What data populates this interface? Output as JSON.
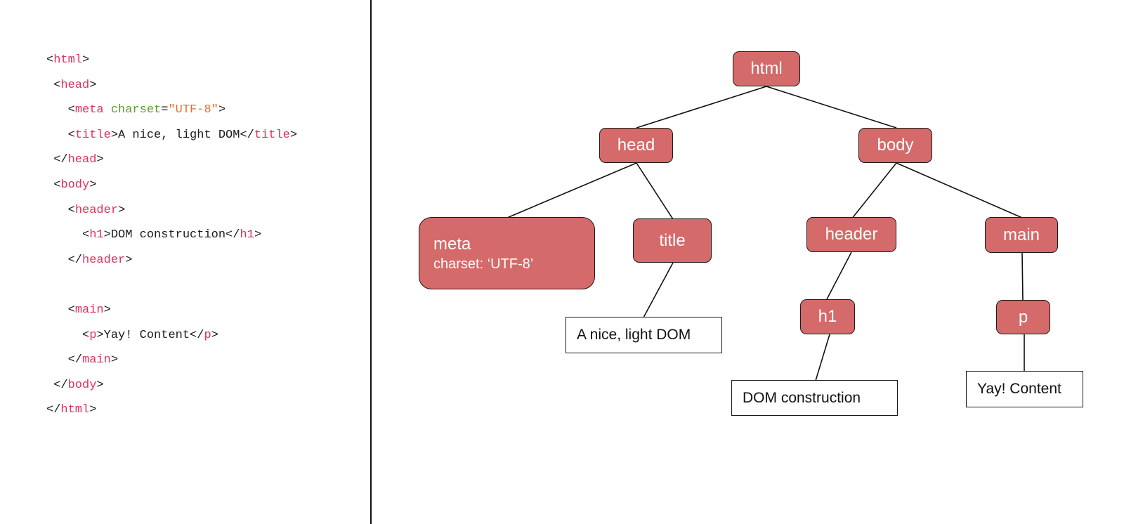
{
  "code": {
    "lines": [
      {
        "parts": [
          [
            "p",
            "<"
          ],
          [
            "t",
            "html"
          ],
          [
            "p",
            ">"
          ]
        ]
      },
      {
        "parts": [
          [
            "p",
            " <"
          ],
          [
            "t",
            "head"
          ],
          [
            "p",
            ">"
          ]
        ]
      },
      {
        "parts": [
          [
            "p",
            "   <"
          ],
          [
            "t",
            "meta"
          ],
          [
            "p",
            " "
          ],
          [
            "a",
            "charset"
          ],
          [
            "p",
            "="
          ],
          [
            "s",
            "\"UTF-8\""
          ],
          [
            "p",
            ">"
          ]
        ]
      },
      {
        "parts": [
          [
            "p",
            "   <"
          ],
          [
            "t",
            "title"
          ],
          [
            "p",
            ">A nice, light DOM</"
          ],
          [
            "t",
            "title"
          ],
          [
            "p",
            ">"
          ]
        ]
      },
      {
        "parts": [
          [
            "p",
            " </"
          ],
          [
            "t",
            "head"
          ],
          [
            "p",
            ">"
          ]
        ]
      },
      {
        "parts": [
          [
            "p",
            " <"
          ],
          [
            "t",
            "body"
          ],
          [
            "p",
            ">"
          ]
        ]
      },
      {
        "parts": [
          [
            "p",
            "   <"
          ],
          [
            "t",
            "header"
          ],
          [
            "p",
            ">"
          ]
        ]
      },
      {
        "parts": [
          [
            "p",
            "     <"
          ],
          [
            "t",
            "h1"
          ],
          [
            "p",
            ">DOM construction</"
          ],
          [
            "t",
            "h1"
          ],
          [
            "p",
            ">"
          ]
        ]
      },
      {
        "parts": [
          [
            "p",
            "   </"
          ],
          [
            "t",
            "header"
          ],
          [
            "p",
            ">"
          ]
        ]
      },
      {
        "parts": []
      },
      {
        "parts": [
          [
            "p",
            "   <"
          ],
          [
            "t",
            "main"
          ],
          [
            "p",
            ">"
          ]
        ]
      },
      {
        "parts": [
          [
            "p",
            "     <"
          ],
          [
            "t",
            "p"
          ],
          [
            "p",
            ">Yay! Content</"
          ],
          [
            "t",
            "p"
          ],
          [
            "p",
            ">"
          ]
        ]
      },
      {
        "parts": [
          [
            "p",
            "   </"
          ],
          [
            "t",
            "main"
          ],
          [
            "p",
            ">"
          ]
        ]
      },
      {
        "parts": [
          [
            "p",
            " </"
          ],
          [
            "t",
            "body"
          ],
          [
            "p",
            ">"
          ]
        ]
      },
      {
        "parts": [
          [
            "p",
            "</"
          ],
          [
            "t",
            "html"
          ],
          [
            "p",
            ">"
          ]
        ]
      }
    ]
  },
  "tree": {
    "html": "html",
    "head": "head",
    "body": "body",
    "meta": "meta",
    "meta_attr": "charset: ‘UTF-8’",
    "title": "title",
    "header": "header",
    "main": "main",
    "h1": "h1",
    "p": "p",
    "title_text": "A nice, light DOM",
    "h1_text": "DOM construction",
    "p_text": "Yay! Content"
  },
  "colors": {
    "element_fill": "#d46a69",
    "tag": "#e0315a",
    "attribute": "#5d9c35",
    "string": "#e2702d"
  }
}
